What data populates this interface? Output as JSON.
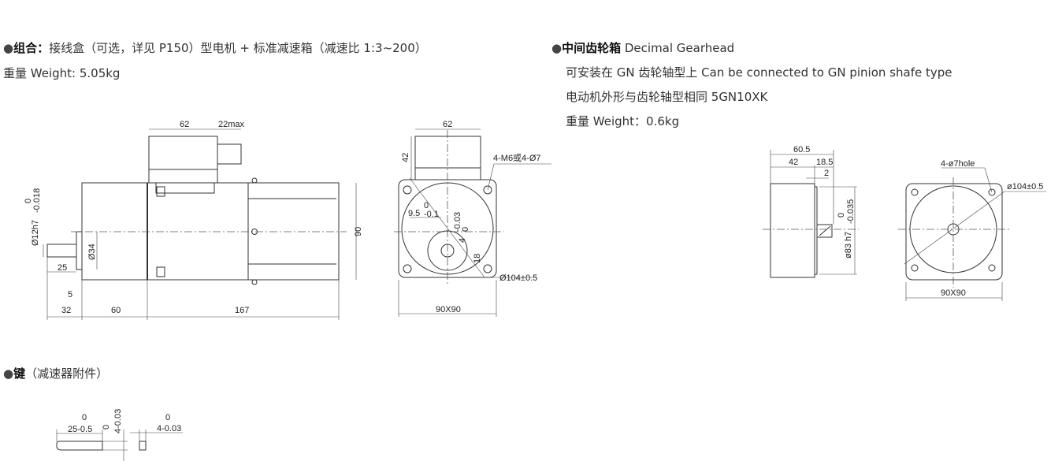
{
  "left_section": {
    "bullet": "●",
    "heading_bold": "组合：",
    "heading_text": "接线盒（可选，详见 P150）型电机 + 标准减速箱（减速比 1:3~200）",
    "weight": "重量 Weight: 5.05kg"
  },
  "right_section": {
    "bullet": "●",
    "heading_bold": "中间齿轮箱",
    "heading_text": " Decimal Gearhead",
    "line1": "可安装在 GN 齿轮轴型上 Can be connected to GN pinion shafe type",
    "line2": "电动机外形与齿轮轴型相同 5GN10XK",
    "weight": "重量 Weight：0.6kg"
  },
  "key_section": {
    "bullet": "●",
    "heading_bold": "键",
    "heading_text": "（减速器附件）"
  },
  "motor_side_view": {
    "dim_62": "62",
    "dim_22max": "22max",
    "dim_shaft": "Ø12h7",
    "dim_shaft_tol_upper": "0",
    "dim_shaft_tol_lower": "-0.018",
    "dim_34": "Ø34",
    "dim_25": "25",
    "dim_5": "5",
    "dim_32": "32",
    "dim_60": "60",
    "dim_167": "167",
    "dim_90": "90"
  },
  "motor_front_view": {
    "dim_62": "62",
    "dim_42": "42",
    "holes": "4-M6或4-Ø7",
    "dim_9_5": "9.5",
    "dim_9_5_tol": "-0.1",
    "dim_9_5_tol0": "0",
    "dim_4": "4",
    "dim_4_tol": "-0.03",
    "dim_4_tol0": "0",
    "dim_18": "18",
    "dim_104": "Ø104±0.5",
    "dim_90x90": "90X90"
  },
  "gearhead_side_view": {
    "dim_60_5": "60.5",
    "dim_42": "42",
    "dim_18_5": "18.5",
    "dim_2": "2",
    "dim_83": "ø83 h7",
    "dim_83_tol0": "0",
    "dim_83_tol": "-0.035"
  },
  "gearhead_front_view": {
    "holes": "4-ø7hole",
    "dim_104": "ø104±0.5",
    "dim_90x90": "90X90"
  },
  "key_drawing": {
    "dim_25": "25-0.5",
    "dim_25_tol0": "0",
    "dim_4a": "4-0.03",
    "dim_4a_tol0": "0",
    "dim_4b": "4-0.03",
    "dim_4b_tol0": "0"
  }
}
